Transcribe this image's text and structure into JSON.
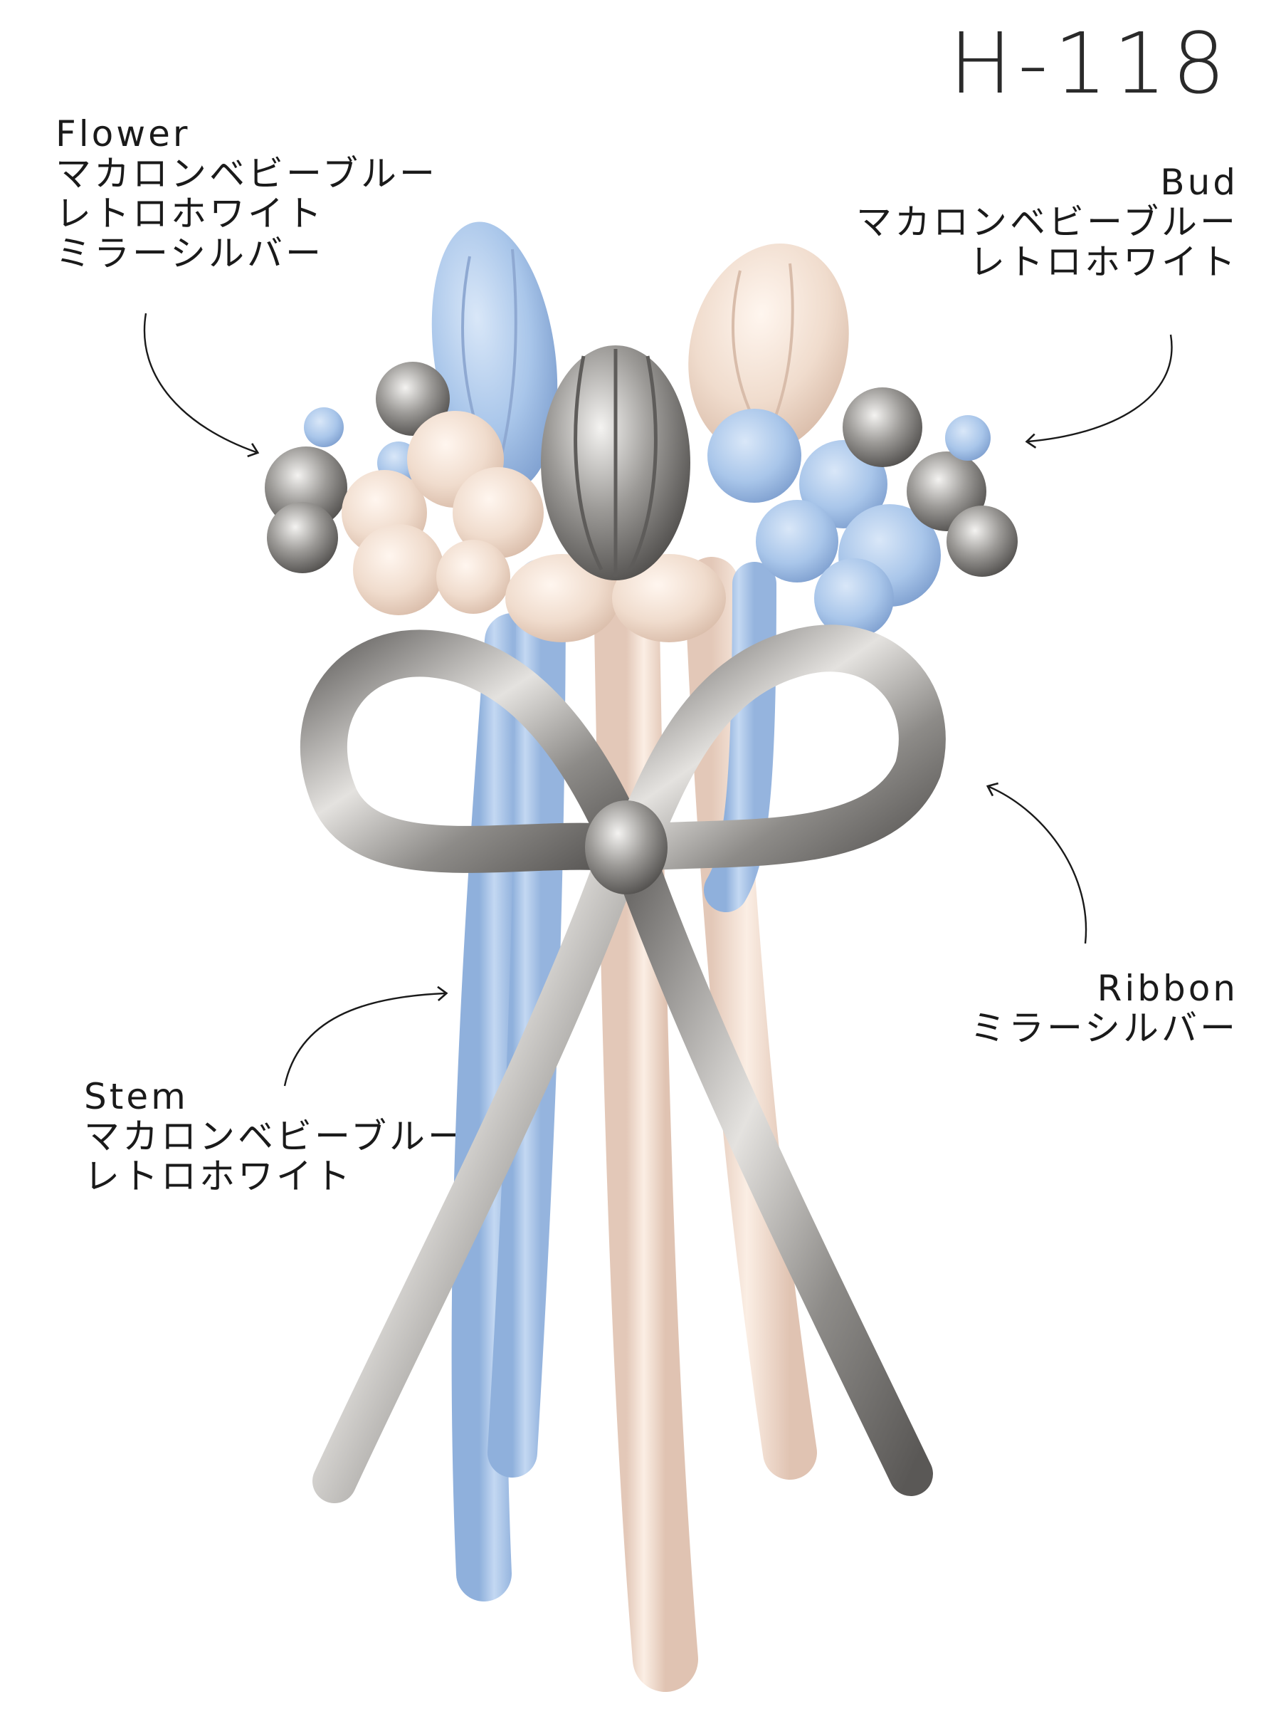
{
  "product_code": "H-118",
  "labels": {
    "flower": {
      "title": "Flower",
      "lines": [
        "マカロンベビーブルー",
        "レトロホワイト",
        "ミラーシルバー"
      ]
    },
    "bud": {
      "title": "Bud",
      "lines": [
        "マカロンベビーブルー",
        "レトロホワイト"
      ]
    },
    "ribbon": {
      "title": "Ribbon",
      "lines": [
        "ミラーシルバー"
      ]
    },
    "stem": {
      "title": "Stem",
      "lines": [
        "マカロンベビーブルー",
        "レトロホワイト"
      ]
    }
  },
  "colors": {
    "baby_blue": "#a9c6ea",
    "retro_white": "#f2ddd0",
    "mirror_silver": "#9a9896",
    "arrow": "#1a1a1a"
  }
}
